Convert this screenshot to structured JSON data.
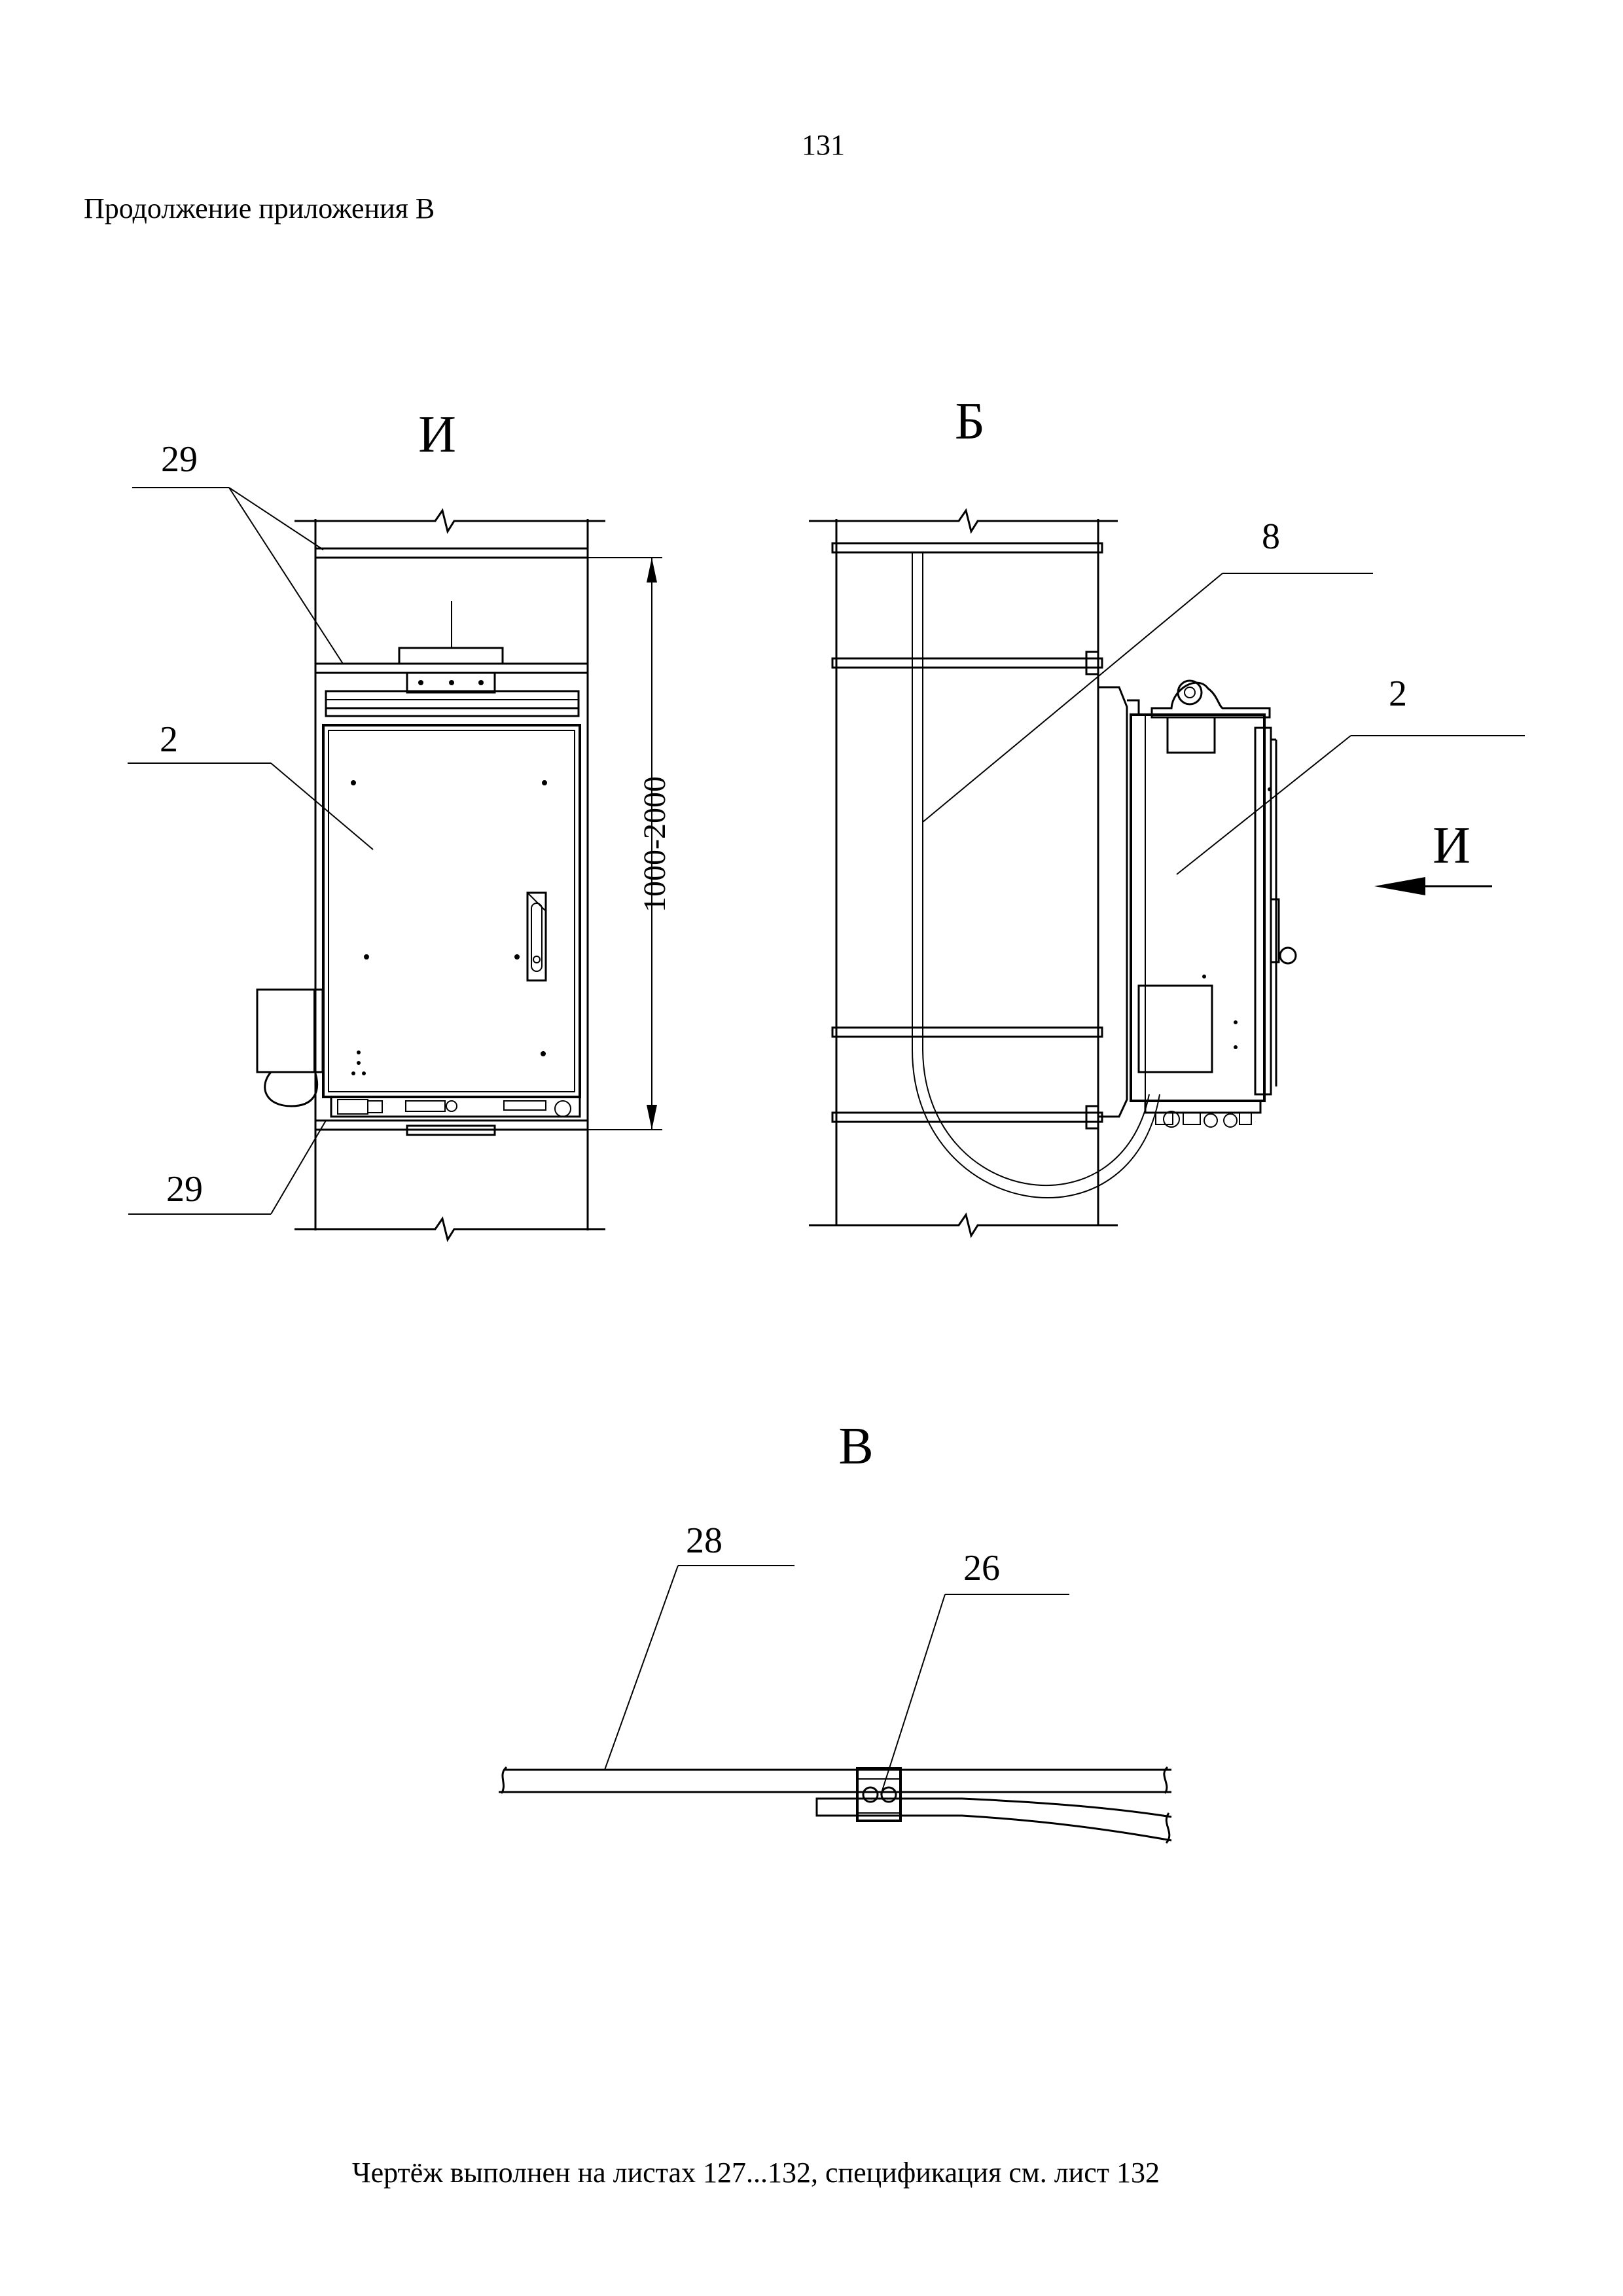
{
  "page": {
    "number": "131",
    "heading": "Продолжение приложения В",
    "footer": "Чертёж выполнен на листах 127...132, спецификация см. лист 132"
  },
  "view_left": {
    "title": "И",
    "callouts": {
      "top": "29",
      "cabinet": "2",
      "bottom": "29"
    },
    "dimension": "1000-2000"
  },
  "view_right": {
    "title": "Б",
    "callouts": {
      "cable": "8",
      "cabinet": "2"
    },
    "direction_label": "И"
  },
  "view_bottom": {
    "title": "В",
    "callouts": {
      "cable": "28",
      "clamp": "26"
    }
  }
}
